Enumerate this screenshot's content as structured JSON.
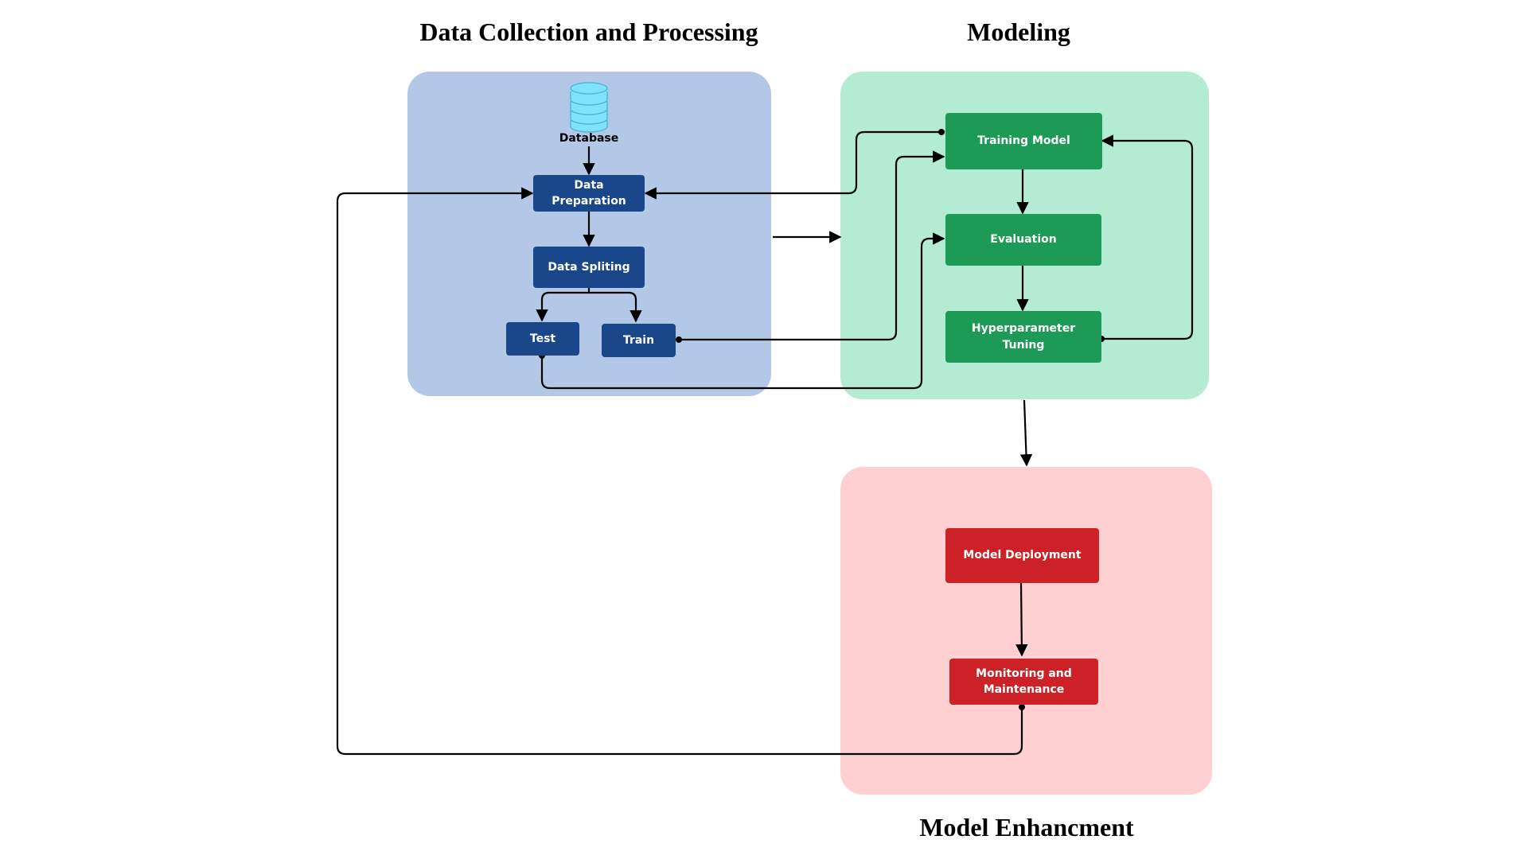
{
  "sections": {
    "data_collection": {
      "title": "Data Collection and Processing",
      "color": "#b3c8e6"
    },
    "modeling": {
      "title": "Modeling",
      "color": "#b3ecd3"
    },
    "enhancement": {
      "title": "Model Enhancment",
      "color": "#ffd0d2"
    }
  },
  "nodes": {
    "database": {
      "label": "Database",
      "icon": "database-icon",
      "icon_color": "#7fe3fb"
    },
    "data_preparation": {
      "label": "Data Preparation"
    },
    "data_splitting": {
      "label": "Data Spliting"
    },
    "test": {
      "label": "Test"
    },
    "train": {
      "label": "Train"
    },
    "training_model": {
      "label": "Training Model"
    },
    "evaluation": {
      "label": "Evaluation"
    },
    "hyperparameter_tuning": {
      "label": "Hyperparameter Tuning"
    },
    "model_deployment": {
      "label": "Model Deployment"
    },
    "monitoring": {
      "label": "Monitoring and Maintenance"
    }
  },
  "colors": {
    "blue_node": "#1a4789",
    "green_node": "#1c9a56",
    "red_node": "#cc2227",
    "connector": "#000000"
  }
}
